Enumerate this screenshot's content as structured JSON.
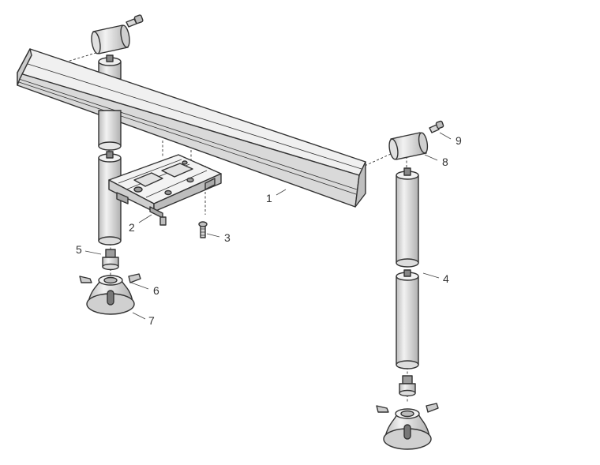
{
  "parts": [
    {
      "id": "part-1",
      "label": "1"
    },
    {
      "id": "part-2",
      "label": "2"
    },
    {
      "id": "part-3",
      "label": "3"
    },
    {
      "id": "part-4",
      "label": "4"
    },
    {
      "id": "part-5",
      "label": "5"
    },
    {
      "id": "part-6",
      "label": "6"
    },
    {
      "id": "part-7",
      "label": "7"
    },
    {
      "id": "part-8",
      "label": "8"
    },
    {
      "id": "part-9",
      "label": "9"
    }
  ],
  "colors": {
    "outline": "#333333",
    "body": "#e6e6e6",
    "shade": "#c8c8c8",
    "dark": "#8c8c8c"
  }
}
